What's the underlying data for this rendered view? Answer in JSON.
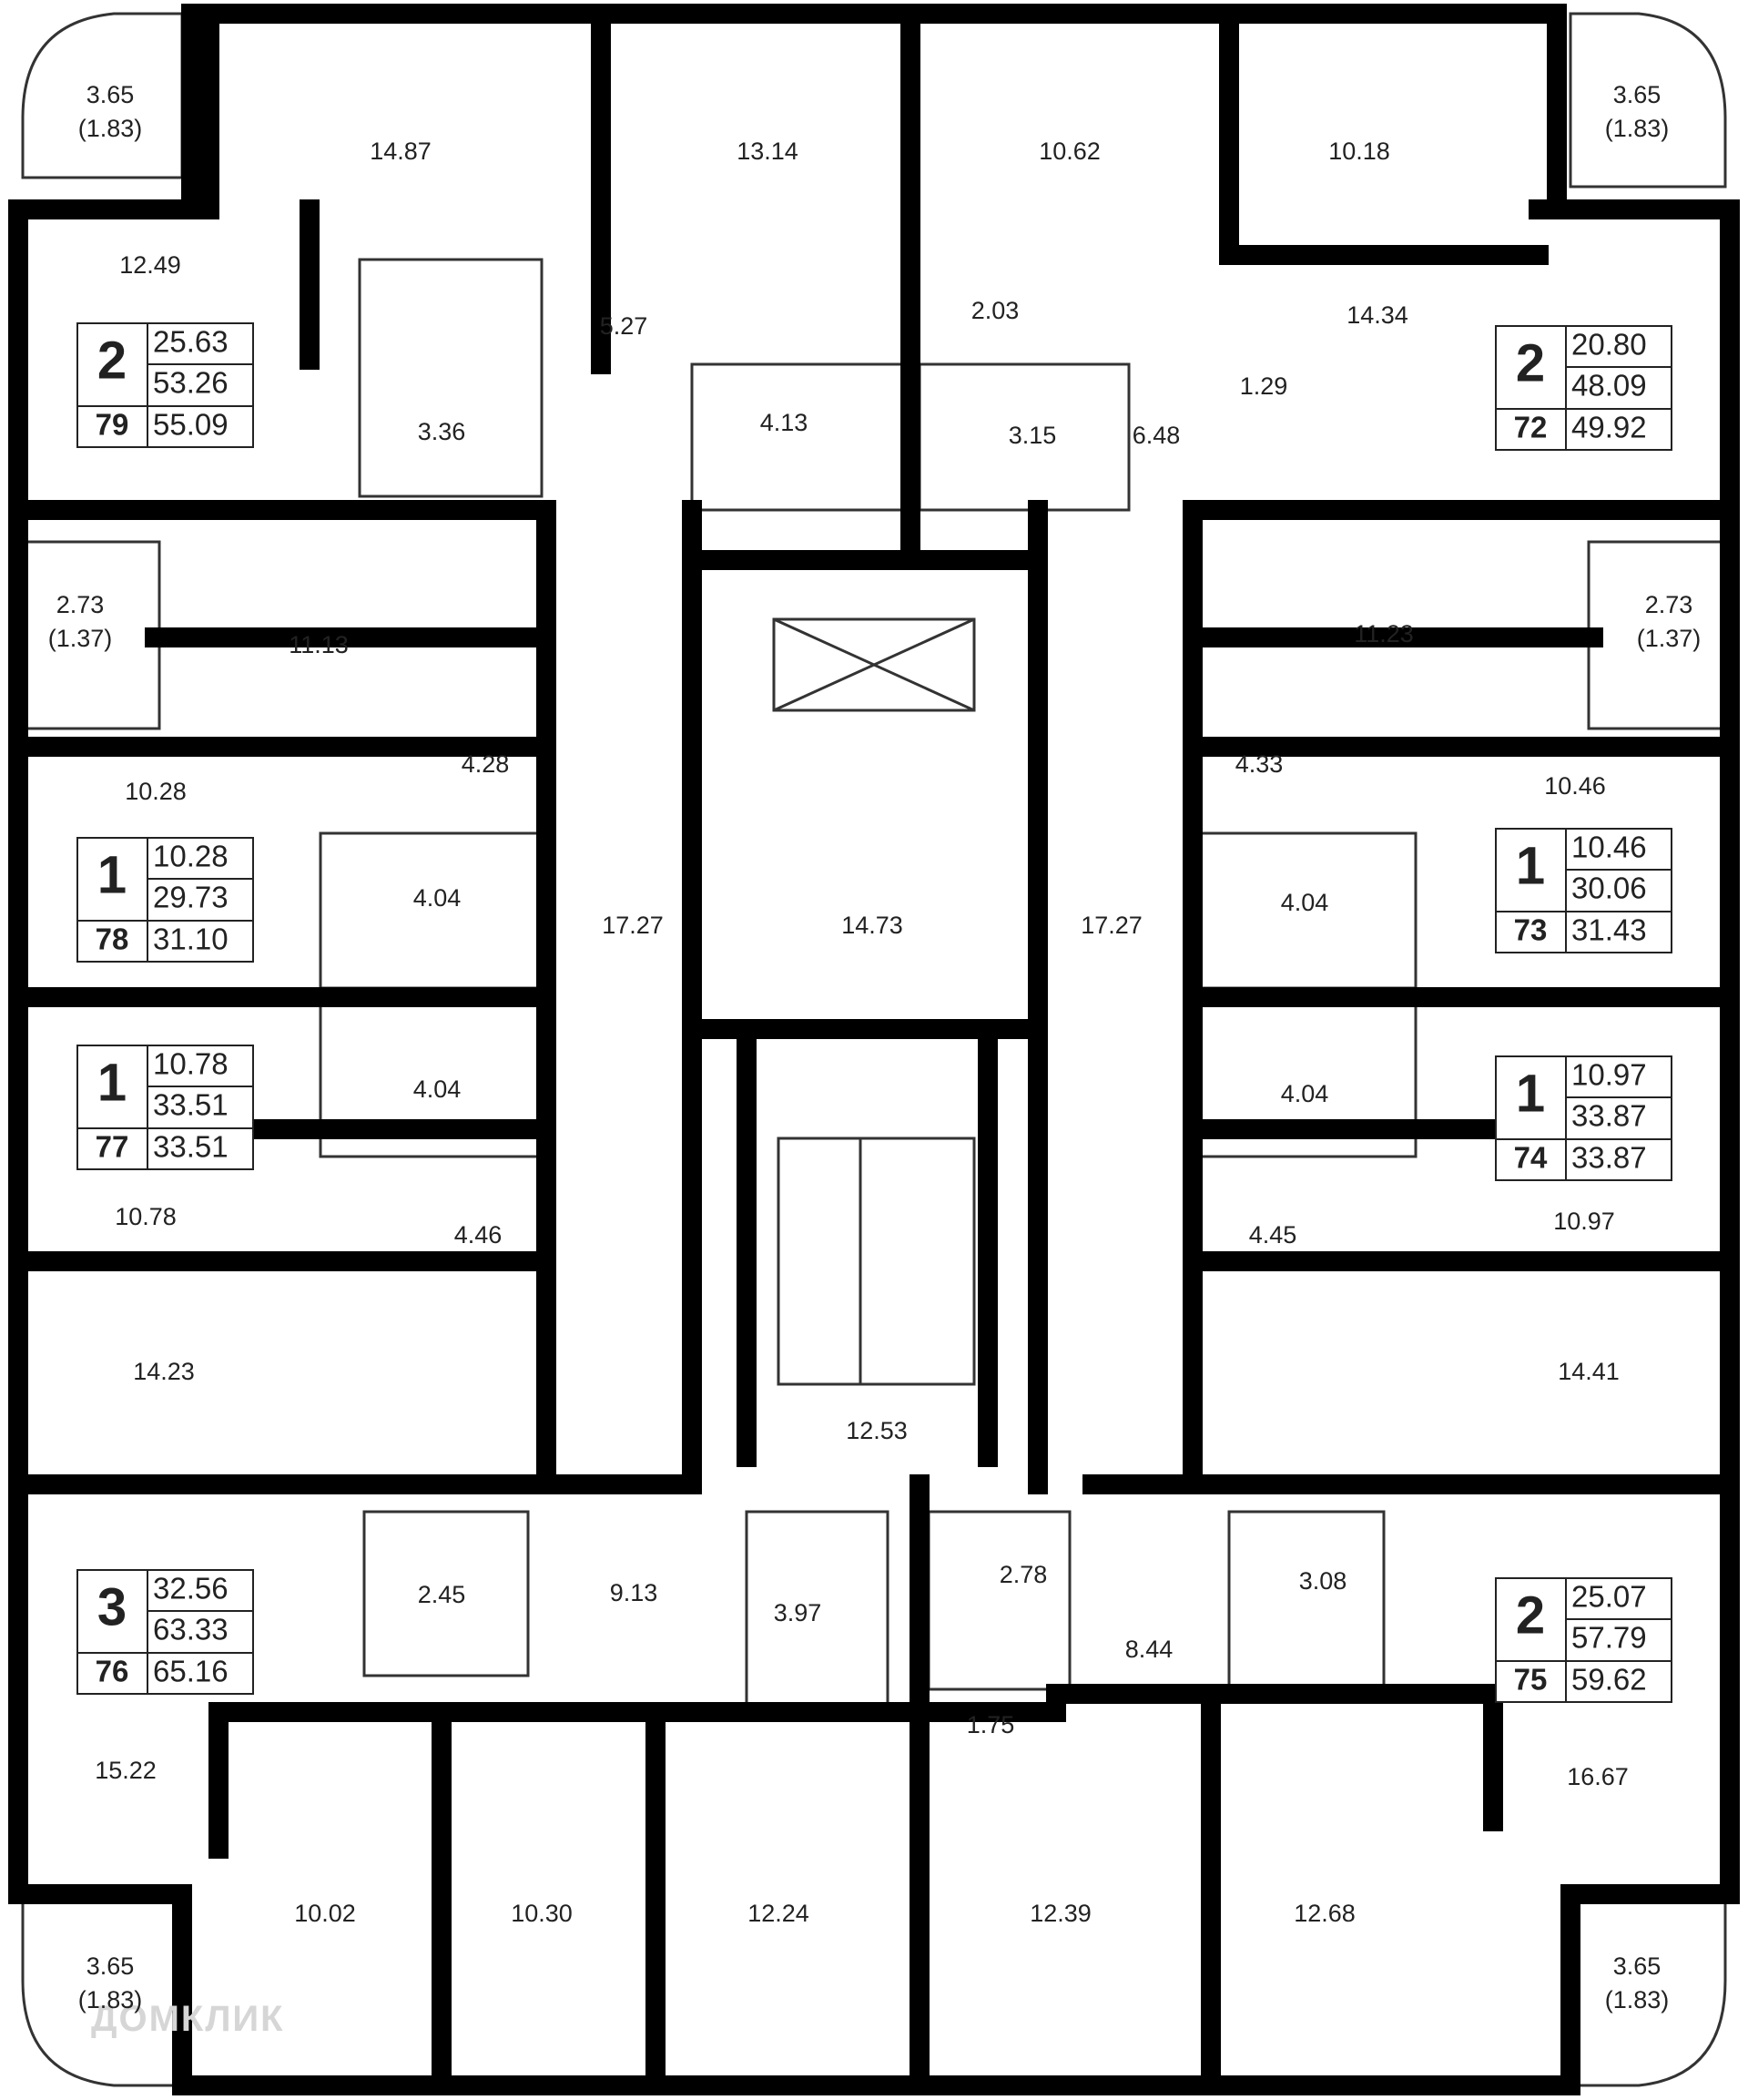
{
  "watermark": "ДОМКЛИК",
  "colors": {
    "wall": "#000000",
    "line": "#333333",
    "text": "#222222"
  },
  "apartments": [
    {
      "id": "apt-79",
      "rooms": "2",
      "number": "79",
      "living": "25.63",
      "total": "53.26",
      "total_with_balcony": "55.09"
    },
    {
      "id": "apt-78",
      "rooms": "1",
      "number": "78",
      "living": "10.28",
      "total": "29.73",
      "total_with_balcony": "31.10"
    },
    {
      "id": "apt-77",
      "rooms": "1",
      "number": "77",
      "living": "10.78",
      "total": "33.51",
      "total_with_balcony": "33.51"
    },
    {
      "id": "apt-76",
      "rooms": "3",
      "number": "76",
      "living": "32.56",
      "total": "63.33",
      "total_with_balcony": "65.16"
    },
    {
      "id": "apt-72",
      "rooms": "2",
      "number": "72",
      "living": "20.80",
      "total": "48.09",
      "total_with_balcony": "49.92"
    },
    {
      "id": "apt-73",
      "rooms": "1",
      "number": "73",
      "living": "10.46",
      "total": "30.06",
      "total_with_balcony": "31.43"
    },
    {
      "id": "apt-74",
      "rooms": "1",
      "number": "74",
      "living": "10.97",
      "total": "33.87",
      "total_with_balcony": "33.87"
    },
    {
      "id": "apt-75",
      "rooms": "2",
      "number": "75",
      "living": "25.07",
      "total": "57.79",
      "total_with_balcony": "59.62"
    }
  ],
  "rooms": [
    {
      "id": "r-14-87",
      "area": "14.87"
    },
    {
      "id": "r-13-14",
      "area": "13.14"
    },
    {
      "id": "r-10-62",
      "area": "10.62"
    },
    {
      "id": "r-10-18",
      "area": "10.18"
    },
    {
      "id": "r-12-49",
      "area": "12.49"
    },
    {
      "id": "r-5-27",
      "area": "5.27"
    },
    {
      "id": "r-2-03",
      "area": "2.03"
    },
    {
      "id": "r-14-34",
      "area": "14.34"
    },
    {
      "id": "r-3-36",
      "area": "3.36"
    },
    {
      "id": "r-4-13",
      "area": "4.13"
    },
    {
      "id": "r-3-15",
      "area": "3.15"
    },
    {
      "id": "r-6-48",
      "area": "6.48"
    },
    {
      "id": "r-1-29",
      "area": "1.29"
    },
    {
      "id": "r-11-13",
      "area": "11.13"
    },
    {
      "id": "r-11-23",
      "area": "11.23"
    },
    {
      "id": "r-4-28",
      "area": "4.28"
    },
    {
      "id": "r-4-33",
      "area": "4.33"
    },
    {
      "id": "r-10-28",
      "area": "10.28"
    },
    {
      "id": "r-10-46",
      "area": "10.46"
    },
    {
      "id": "r-4-04-a",
      "area": "4.04"
    },
    {
      "id": "r-4-04-b",
      "area": "4.04"
    },
    {
      "id": "r-4-04-c",
      "area": "4.04"
    },
    {
      "id": "r-4-04-d",
      "area": "4.04"
    },
    {
      "id": "r-17-27-l",
      "area": "17.27"
    },
    {
      "id": "r-14-73",
      "area": "14.73"
    },
    {
      "id": "r-17-27-r",
      "area": "17.27"
    },
    {
      "id": "r-10-78",
      "area": "10.78"
    },
    {
      "id": "r-4-46",
      "area": "4.46"
    },
    {
      "id": "r-4-45",
      "area": "4.45"
    },
    {
      "id": "r-10-97",
      "area": "10.97"
    },
    {
      "id": "r-14-23",
      "area": "14.23"
    },
    {
      "id": "r-14-41",
      "area": "14.41"
    },
    {
      "id": "r-12-53",
      "area": "12.53"
    },
    {
      "id": "r-2-45",
      "area": "2.45"
    },
    {
      "id": "r-9-13",
      "area": "9.13"
    },
    {
      "id": "r-3-97",
      "area": "3.97"
    },
    {
      "id": "r-2-78",
      "area": "2.78"
    },
    {
      "id": "r-3-08",
      "area": "3.08"
    },
    {
      "id": "r-8-44",
      "area": "8.44"
    },
    {
      "id": "r-1-75",
      "area": "1.75"
    },
    {
      "id": "r-15-22",
      "area": "15.22"
    },
    {
      "id": "r-16-67",
      "area": "16.67"
    },
    {
      "id": "r-10-02",
      "area": "10.02"
    },
    {
      "id": "r-10-30",
      "area": "10.30"
    },
    {
      "id": "r-12-24",
      "area": "12.24"
    },
    {
      "id": "r-12-39",
      "area": "12.39"
    },
    {
      "id": "r-12-68",
      "area": "12.68"
    }
  ],
  "balconies": [
    {
      "id": "b-tl",
      "area": "3.65",
      "reduced": "(1.83)"
    },
    {
      "id": "b-tr",
      "area": "3.65",
      "reduced": "(1.83)"
    },
    {
      "id": "b-ml",
      "area": "2.73",
      "reduced": "(1.37)"
    },
    {
      "id": "b-mr",
      "area": "2.73",
      "reduced": "(1.37)"
    },
    {
      "id": "b-bl",
      "area": "3.65",
      "reduced": "(1.83)"
    },
    {
      "id": "b-br",
      "area": "3.65",
      "reduced": "(1.83)"
    }
  ]
}
